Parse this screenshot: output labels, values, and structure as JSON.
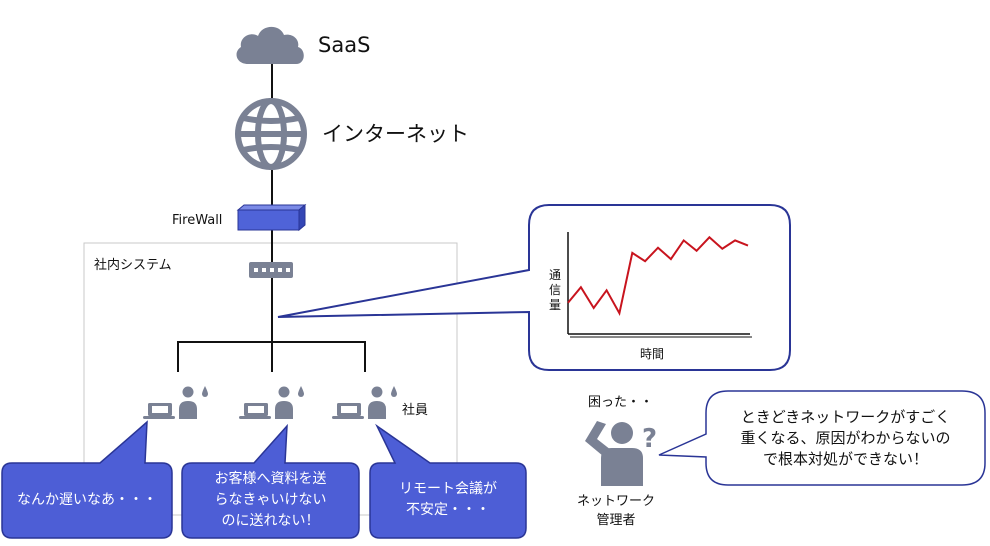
{
  "nodes": {
    "saas": "SaaS",
    "internet": "インターネット",
    "firewall": "FireWall",
    "system": "社内システム",
    "employees": "社員",
    "admin_caption": "困った・・",
    "admin_name": "ネットワーク\n管理者"
  },
  "bubbles": {
    "b1": "なんか遅いなあ・・・",
    "b2": "お客様へ資料を送\nらなきゃいけない\nのに送れない！",
    "b3": "リモート会議が\n不安定・・・",
    "admin": "ときどきネットワークがすごく\n重くなる、原因がわからないの\nで根本対処ができない！"
  },
  "chart_data": {
    "type": "line",
    "ylabel": "通信量",
    "xlabel": "時間",
    "series": [
      {
        "values": [
          30,
          45,
          25,
          42,
          20,
          78,
          70,
          83,
          72,
          90,
          80,
          93,
          82,
          90,
          85
        ]
      }
    ]
  },
  "colors": {
    "bubble_fill": "#4d5ed6",
    "bubble_stroke": "#2a3596",
    "icon_gray": "#7a8194",
    "firewall_fill": "#4f63d8",
    "chart_line": "#c8141e"
  }
}
